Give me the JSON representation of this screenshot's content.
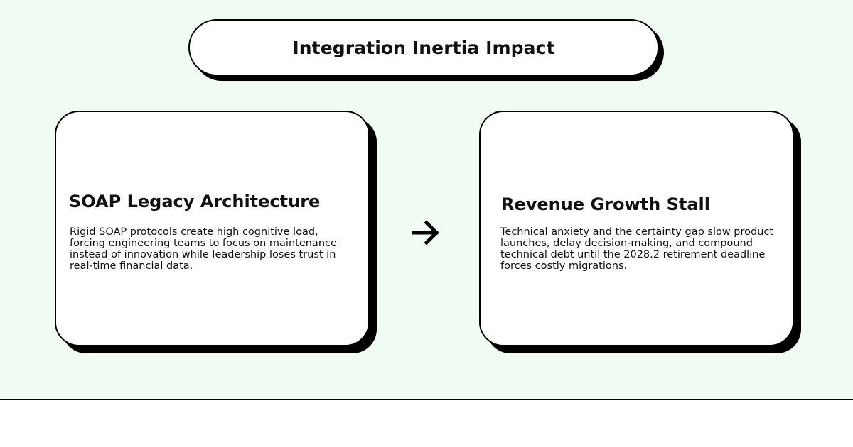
{
  "title": "Integration Inertia Impact",
  "nodes": [
    {
      "title": "SOAP Legacy Architecture",
      "body": "Rigid SOAP protocols create high cognitive load, forcing engineering teams to focus on maintenance instead of innovation while leadership loses trust in real-time financial data."
    },
    {
      "title": "Revenue Growth Stall",
      "body": "Technical anxiety and the certainty gap slow product launches, delay decision-making, and compound technical debt until the 2028.2 retirement deadline forces costly migrations."
    }
  ],
  "connector": {
    "icon": "arrow-right-icon"
  },
  "colors": {
    "background": "#effbf3",
    "card": "#ffffff",
    "outline": "#000000",
    "text": "#111111"
  }
}
